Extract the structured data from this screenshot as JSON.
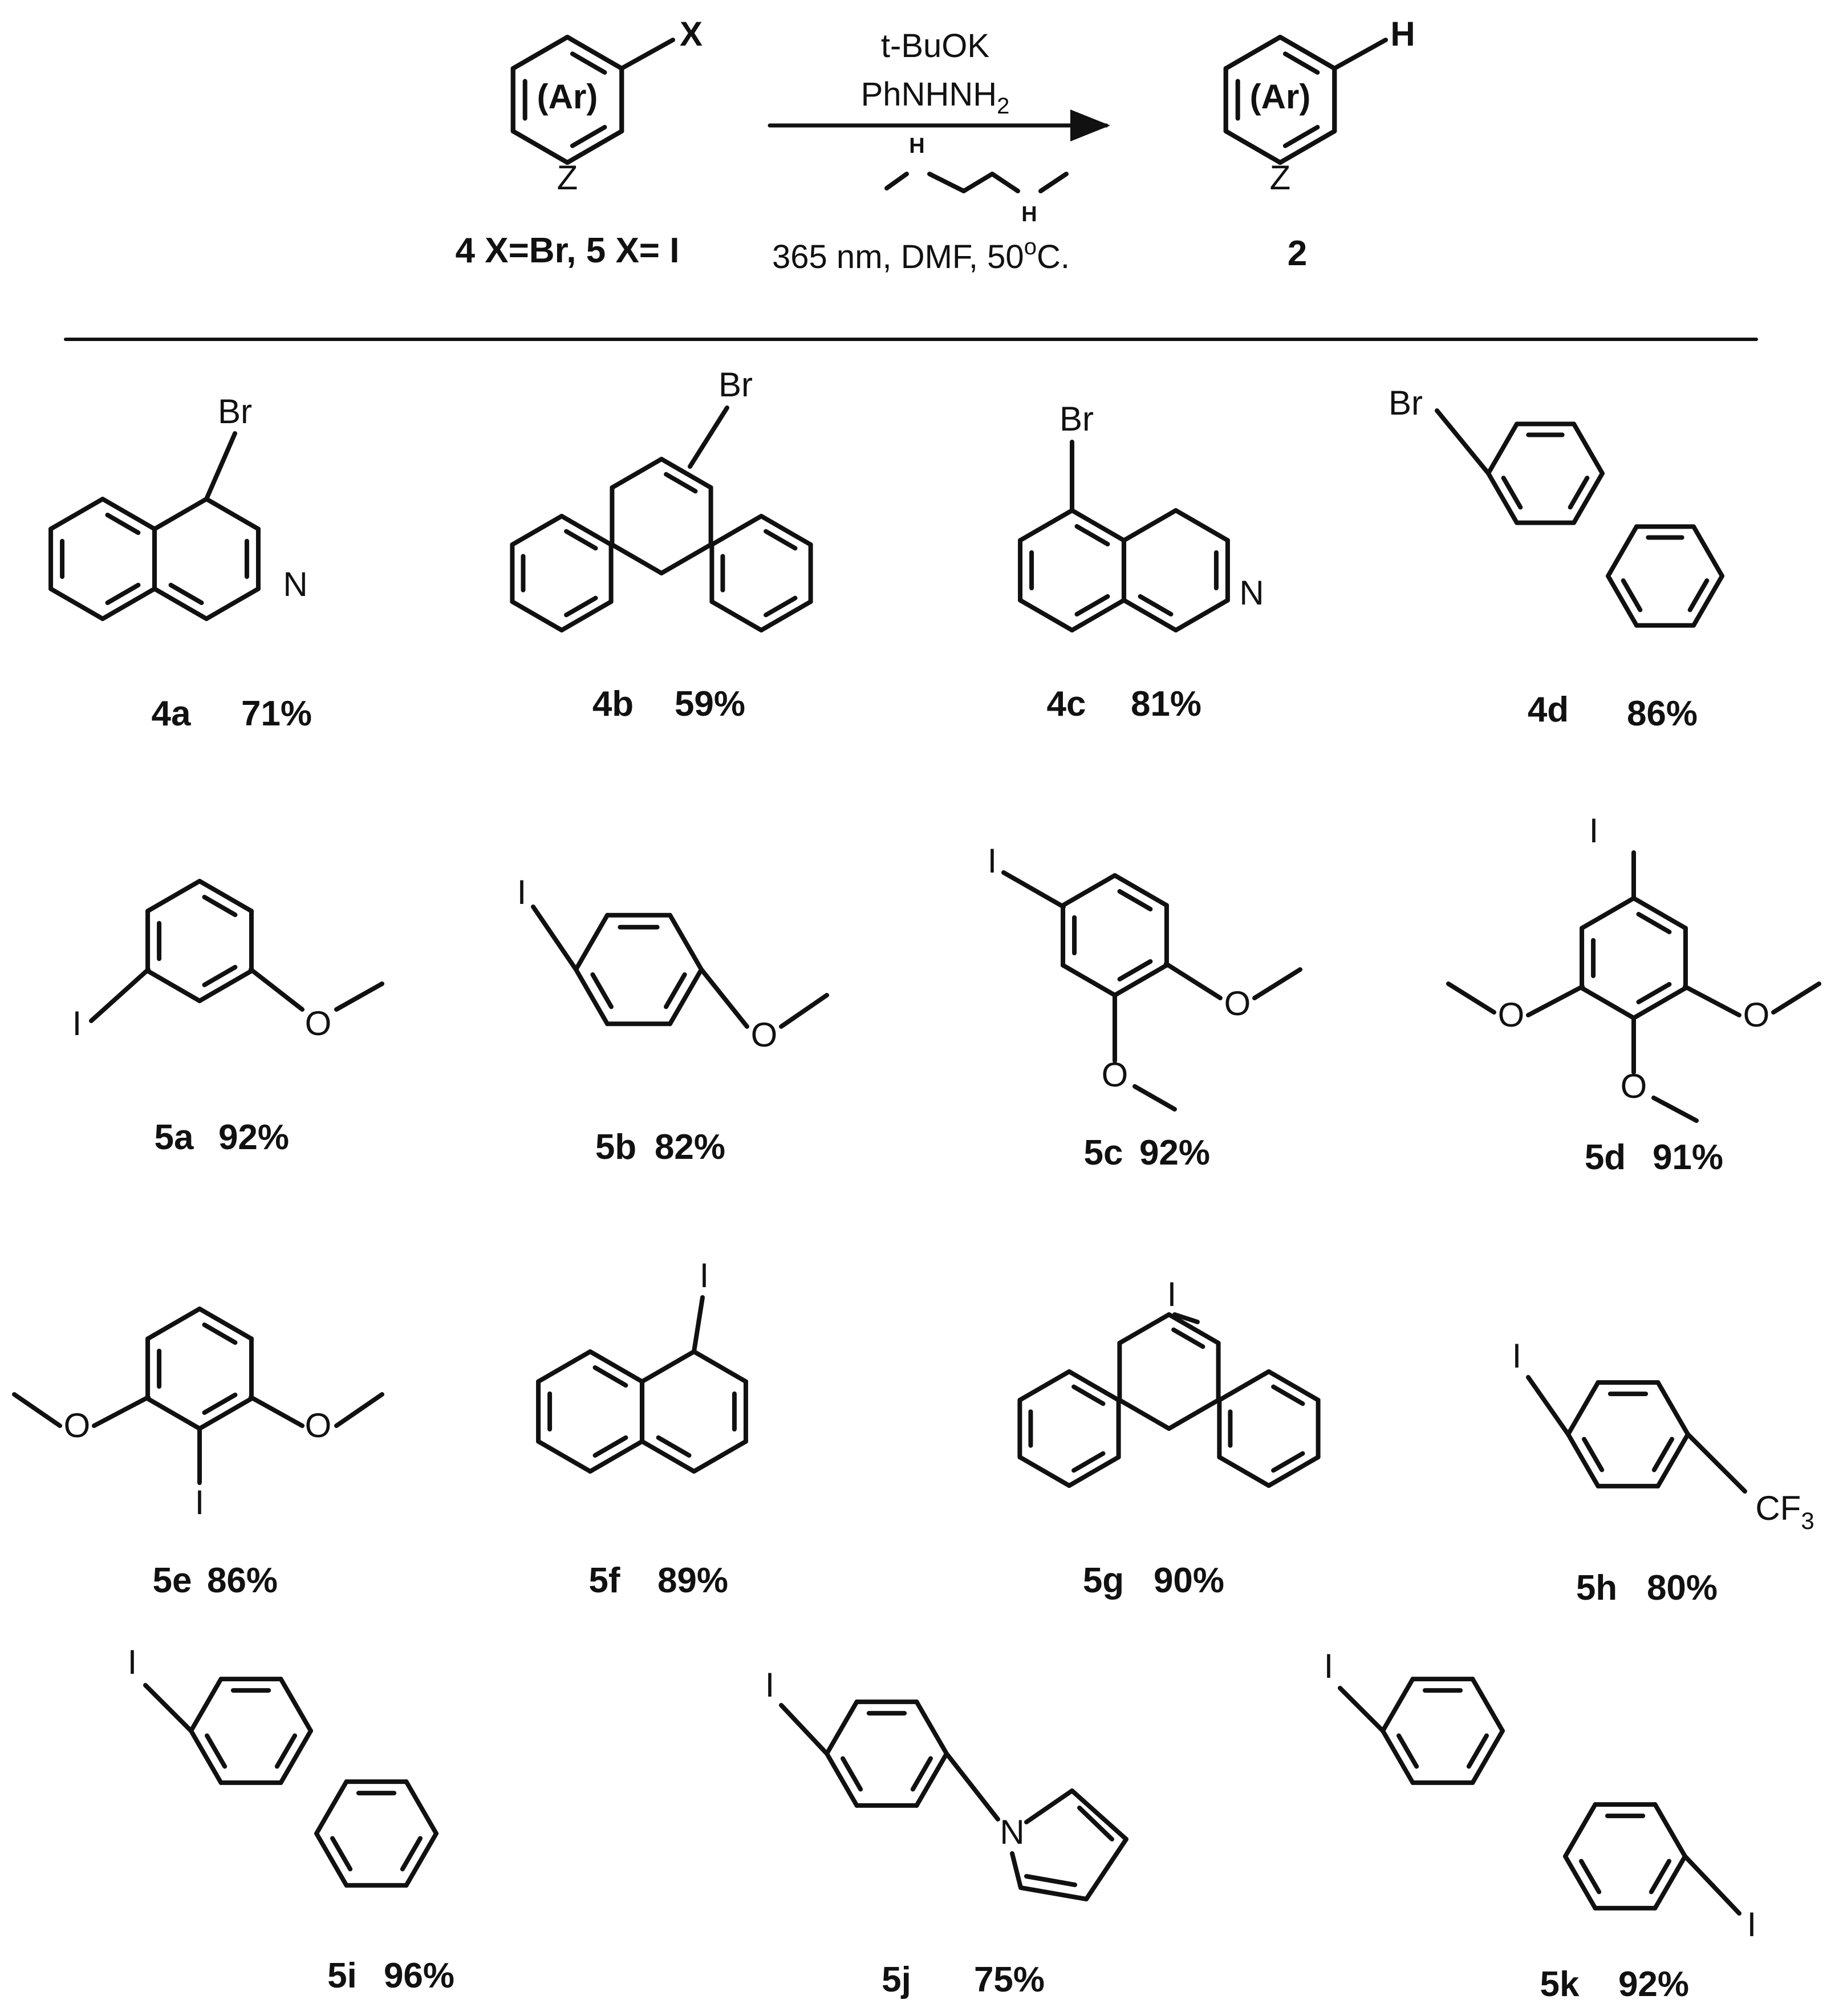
{
  "reaction": {
    "reactant": {
      "ring_label": "(Ar)",
      "heteroatom": "Z",
      "substituent": "X",
      "caption": "4 X=Br, 5 X= I"
    },
    "conditions": {
      "base": "t-BuOK",
      "reductant": "PhNHNH",
      "reductant_subscript": "2",
      "ligand_nh": "H",
      "conditions_prefix": "365 nm, DMF, 50",
      "conditions_sup": "o",
      "conditions_suffix": "C."
    },
    "product": {
      "ring_label": "(Ar)",
      "heteroatom": "Z",
      "substituent": "H",
      "caption": "2"
    }
  },
  "substrates": [
    {
      "id": "4a",
      "yield": "71%",
      "atoms": {
        "br": "Br",
        "n": "N"
      }
    },
    {
      "id": "4b",
      "yield": "59%",
      "atoms": {
        "br": "Br"
      }
    },
    {
      "id": "4c",
      "yield": "81%",
      "atoms": {
        "br": "Br",
        "n": "N"
      }
    },
    {
      "id": "4d",
      "yield": "86%",
      "atoms": {
        "br": "Br"
      }
    },
    {
      "id": "5a",
      "yield": "92%",
      "atoms": {
        "i": "I",
        "o": "O"
      }
    },
    {
      "id": "5b",
      "yield": "82%",
      "atoms": {
        "i": "I",
        "o": "O"
      }
    },
    {
      "id": "5c",
      "yield": "92%",
      "atoms": {
        "i": "I",
        "o": "O"
      }
    },
    {
      "id": "5d",
      "yield": "91%",
      "atoms": {
        "i": "I",
        "o": "O"
      }
    },
    {
      "id": "5e",
      "yield": "86%",
      "atoms": {
        "i": "I",
        "o": "O"
      }
    },
    {
      "id": "5f",
      "yield": "89%",
      "atoms": {
        "i": "I"
      }
    },
    {
      "id": "5g",
      "yield": "90%",
      "atoms": {
        "i": "I"
      }
    },
    {
      "id": "5h",
      "yield": "80%",
      "atoms": {
        "i": "I",
        "cf": "CF",
        "cf_sub": "3"
      }
    },
    {
      "id": "5i",
      "yield": "96%",
      "atoms": {
        "i": "I"
      }
    },
    {
      "id": "5j",
      "yield": "75%",
      "atoms": {
        "i": "I",
        "n": "N"
      }
    },
    {
      "id": "5k",
      "yield": "92%",
      "atoms": {
        "i": "I"
      }
    }
  ]
}
